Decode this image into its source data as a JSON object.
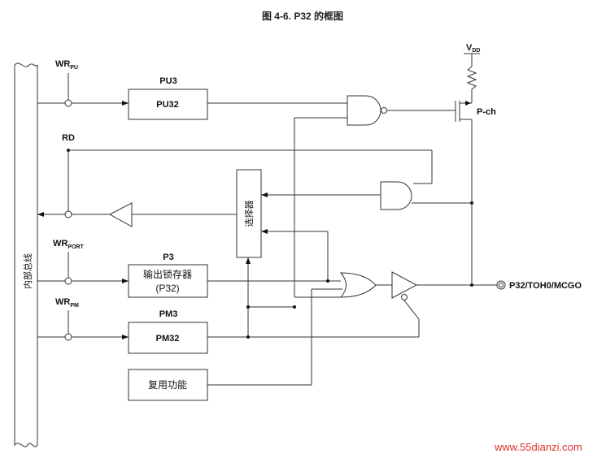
{
  "title": "图 4-6.  P32 的框图",
  "bus": {
    "label": "内部总线"
  },
  "signals": {
    "wr_pu": {
      "main": "WR",
      "sub": "PU"
    },
    "rd": "RD",
    "wr_port": {
      "main": "WR",
      "sub": "PORT"
    },
    "wr_pm": {
      "main": "WR",
      "sub": "PM"
    }
  },
  "blocks": {
    "pu3": {
      "header": "PU3",
      "label": "PU32"
    },
    "p3": {
      "header": "P3",
      "label_line1": "输出锁存器",
      "label_line2": "(P32)"
    },
    "pm3": {
      "header": "PM3",
      "label": "PM32"
    },
    "alt": {
      "label": "复用功能"
    },
    "selector": {
      "label": "选择器"
    }
  },
  "power": {
    "main": "V",
    "sub": "DD"
  },
  "transistor": {
    "label": "P-ch"
  },
  "pin": {
    "label": "P32/TOH0/MCGO"
  },
  "watermark": "www.55dianzi.com"
}
